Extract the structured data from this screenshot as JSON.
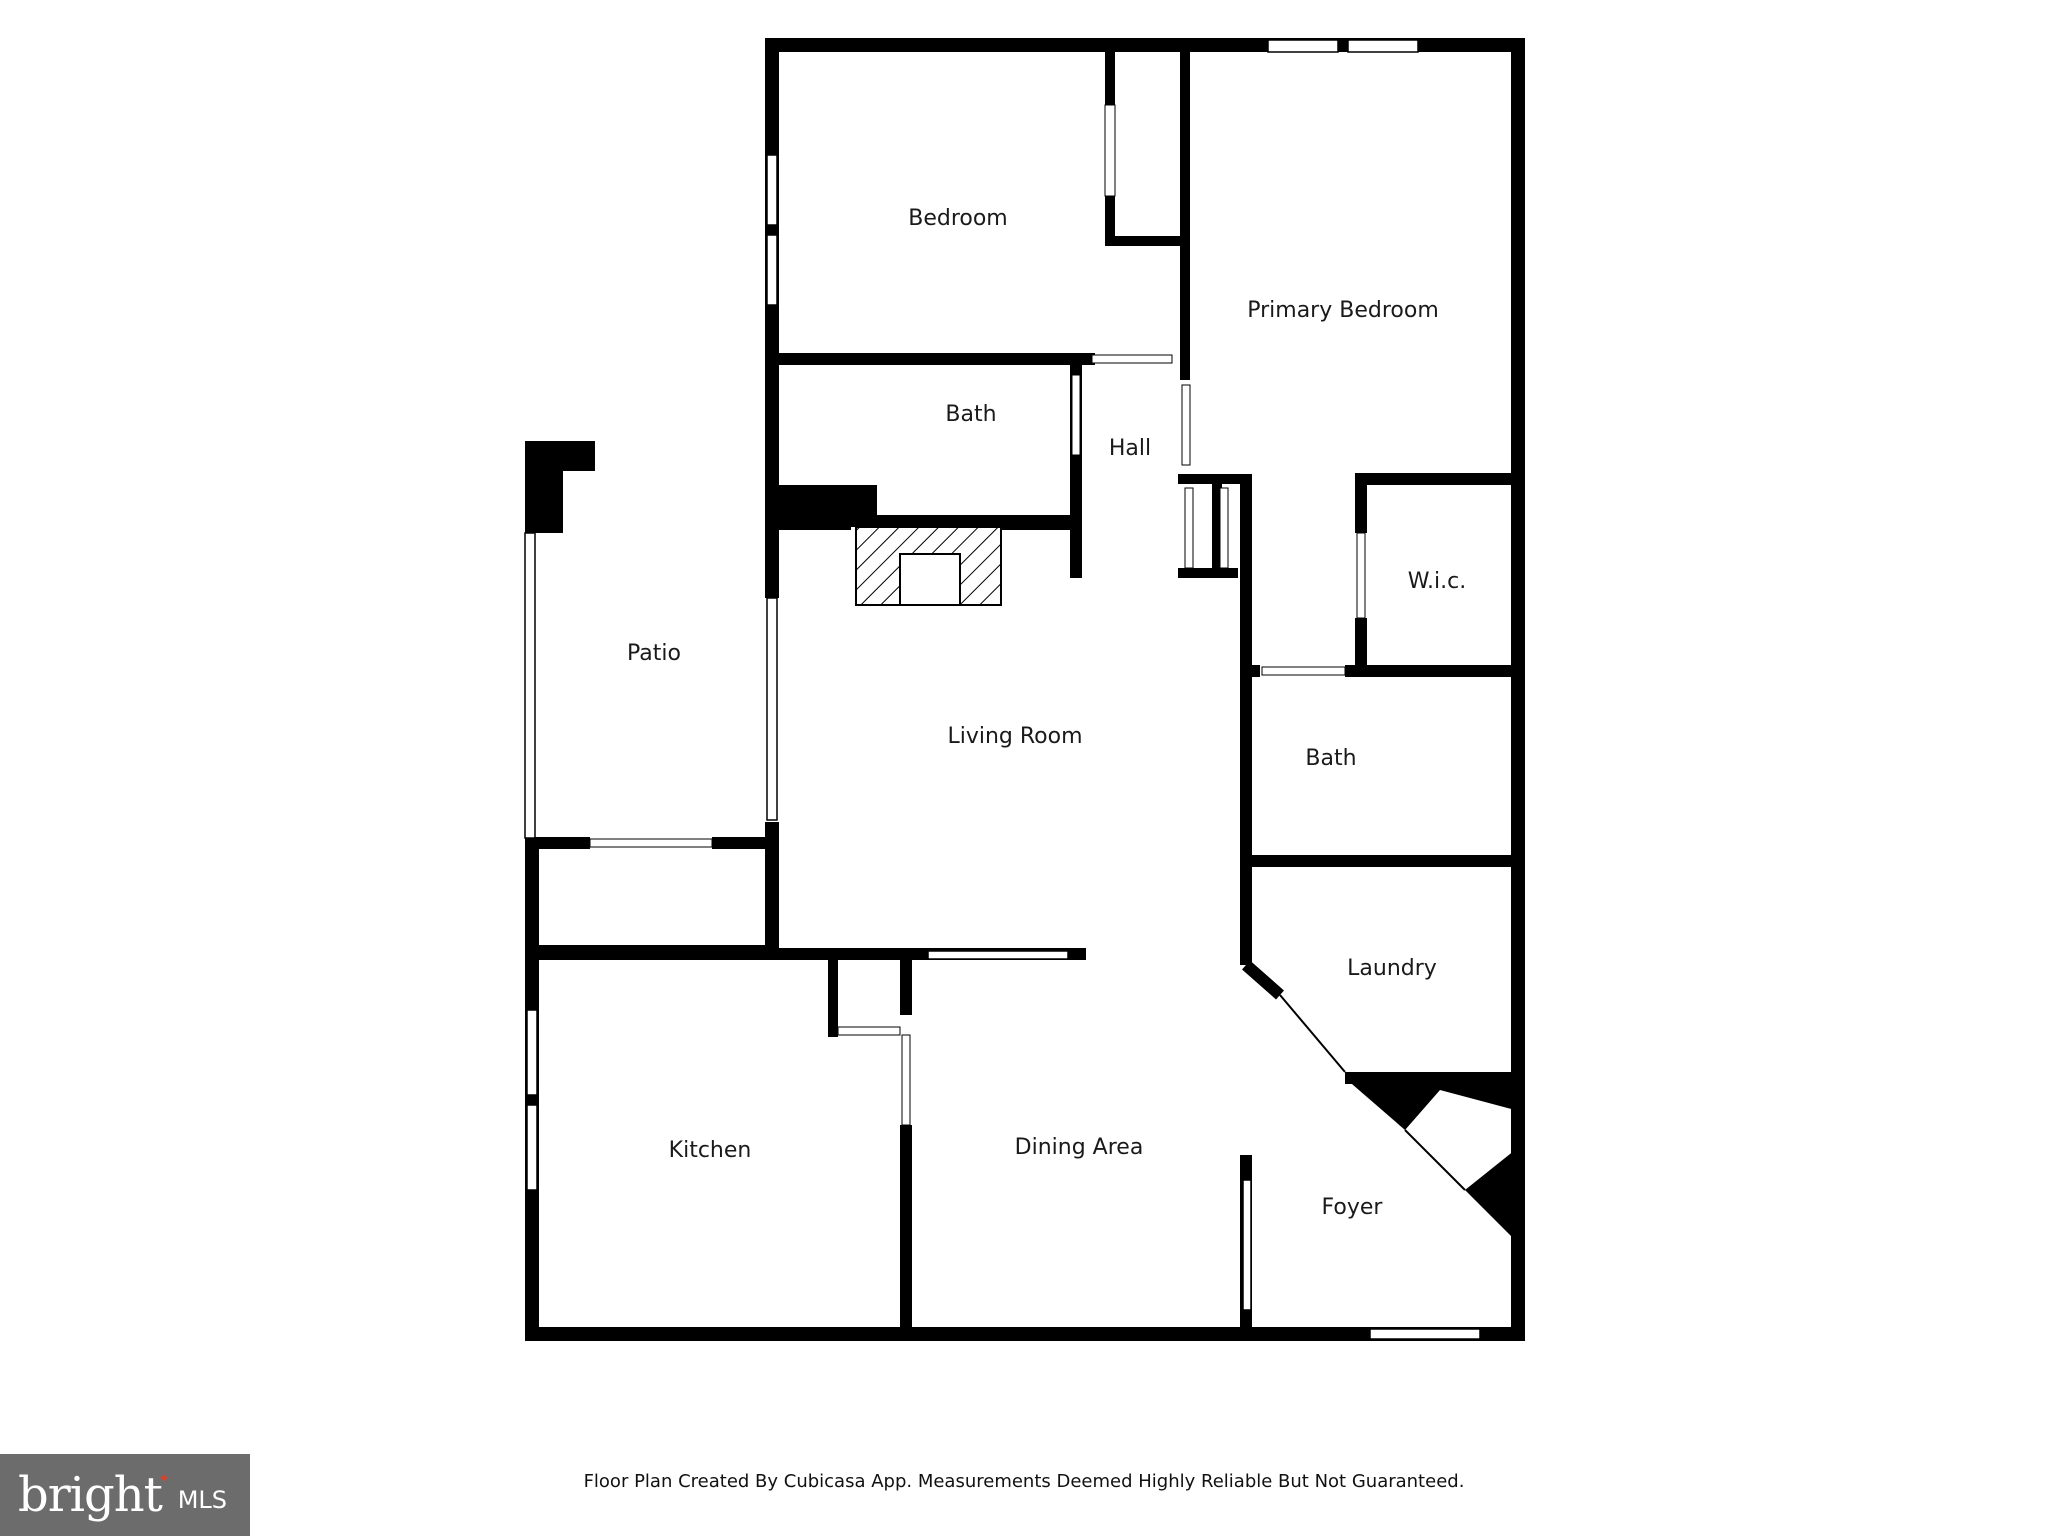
{
  "rooms": {
    "bedroom": "Bedroom",
    "primary_bedroom": "Primary Bedroom",
    "bath_upper": "Bath",
    "hall": "Hall",
    "wic": "W.i.c.",
    "patio": "Patio",
    "living_room": "Living Room",
    "bath_lower": "Bath",
    "laundry": "Laundry",
    "kitchen": "Kitchen",
    "dining_area": "Dining Area",
    "foyer": "Foyer"
  },
  "footer": {
    "caption": "Floor Plan Created By Cubicasa App. Measurements Deemed Highly Reliable But Not Guaranteed."
  },
  "logo": {
    "word": "bright",
    "suffix": "MLS"
  },
  "colors": {
    "wall": "#000000",
    "background": "#ffffff",
    "logo_bg": "#6c6c6c",
    "logo_accent": "#d9412b"
  }
}
